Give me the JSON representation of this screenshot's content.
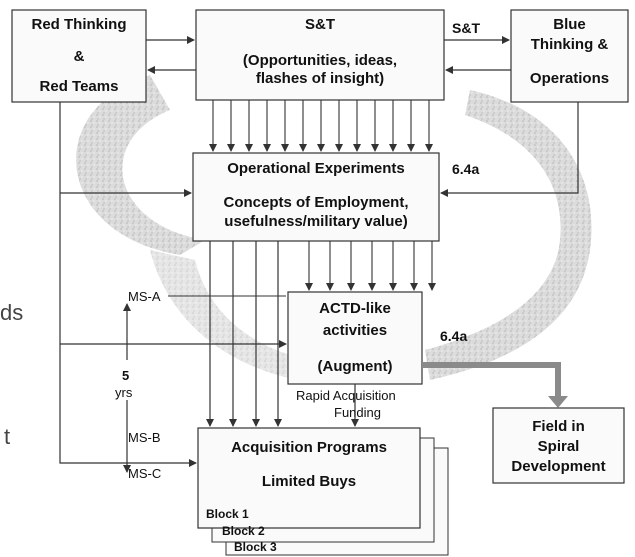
{
  "boxes": {
    "red": {
      "line1": "Red Thinking",
      "line2": "&",
      "line3": "Red Teams"
    },
    "st": {
      "title": "S&T",
      "subtitle": "(Opportunities, ideas,",
      "subtitle2": "flashes of insight)"
    },
    "blue": {
      "line1": "Blue",
      "line2": "Thinking &",
      "line3": "Operations"
    },
    "opexp": {
      "title": "Operational Experiments",
      "line2": "Concepts of Employment,",
      "line3": "usefulness/military value)"
    },
    "actd": {
      "line1": "ACTD-like",
      "line2": "activities",
      "line3": "(Augment)"
    },
    "field": {
      "line1": "Field in",
      "line2": "Spiral",
      "line3": "Development"
    },
    "acq": {
      "line1": "Acquisition Programs",
      "line2": "Limited Buys",
      "block1": "Block 1",
      "block2": "Block 2",
      "block3": "Block 3"
    }
  },
  "labels": {
    "st_arrow": "S&T",
    "opexp_code": "6.4a",
    "actd_code": "6.4a",
    "ms_a": "MS-A",
    "ms_b": "MS-B",
    "ms_c": "MS-C",
    "years_num": "5",
    "years_unit": "yrs",
    "rapid1": "Rapid Acquisition",
    "rapid2": "Funding",
    "cut_ds": "ds",
    "cut_t": "t"
  }
}
